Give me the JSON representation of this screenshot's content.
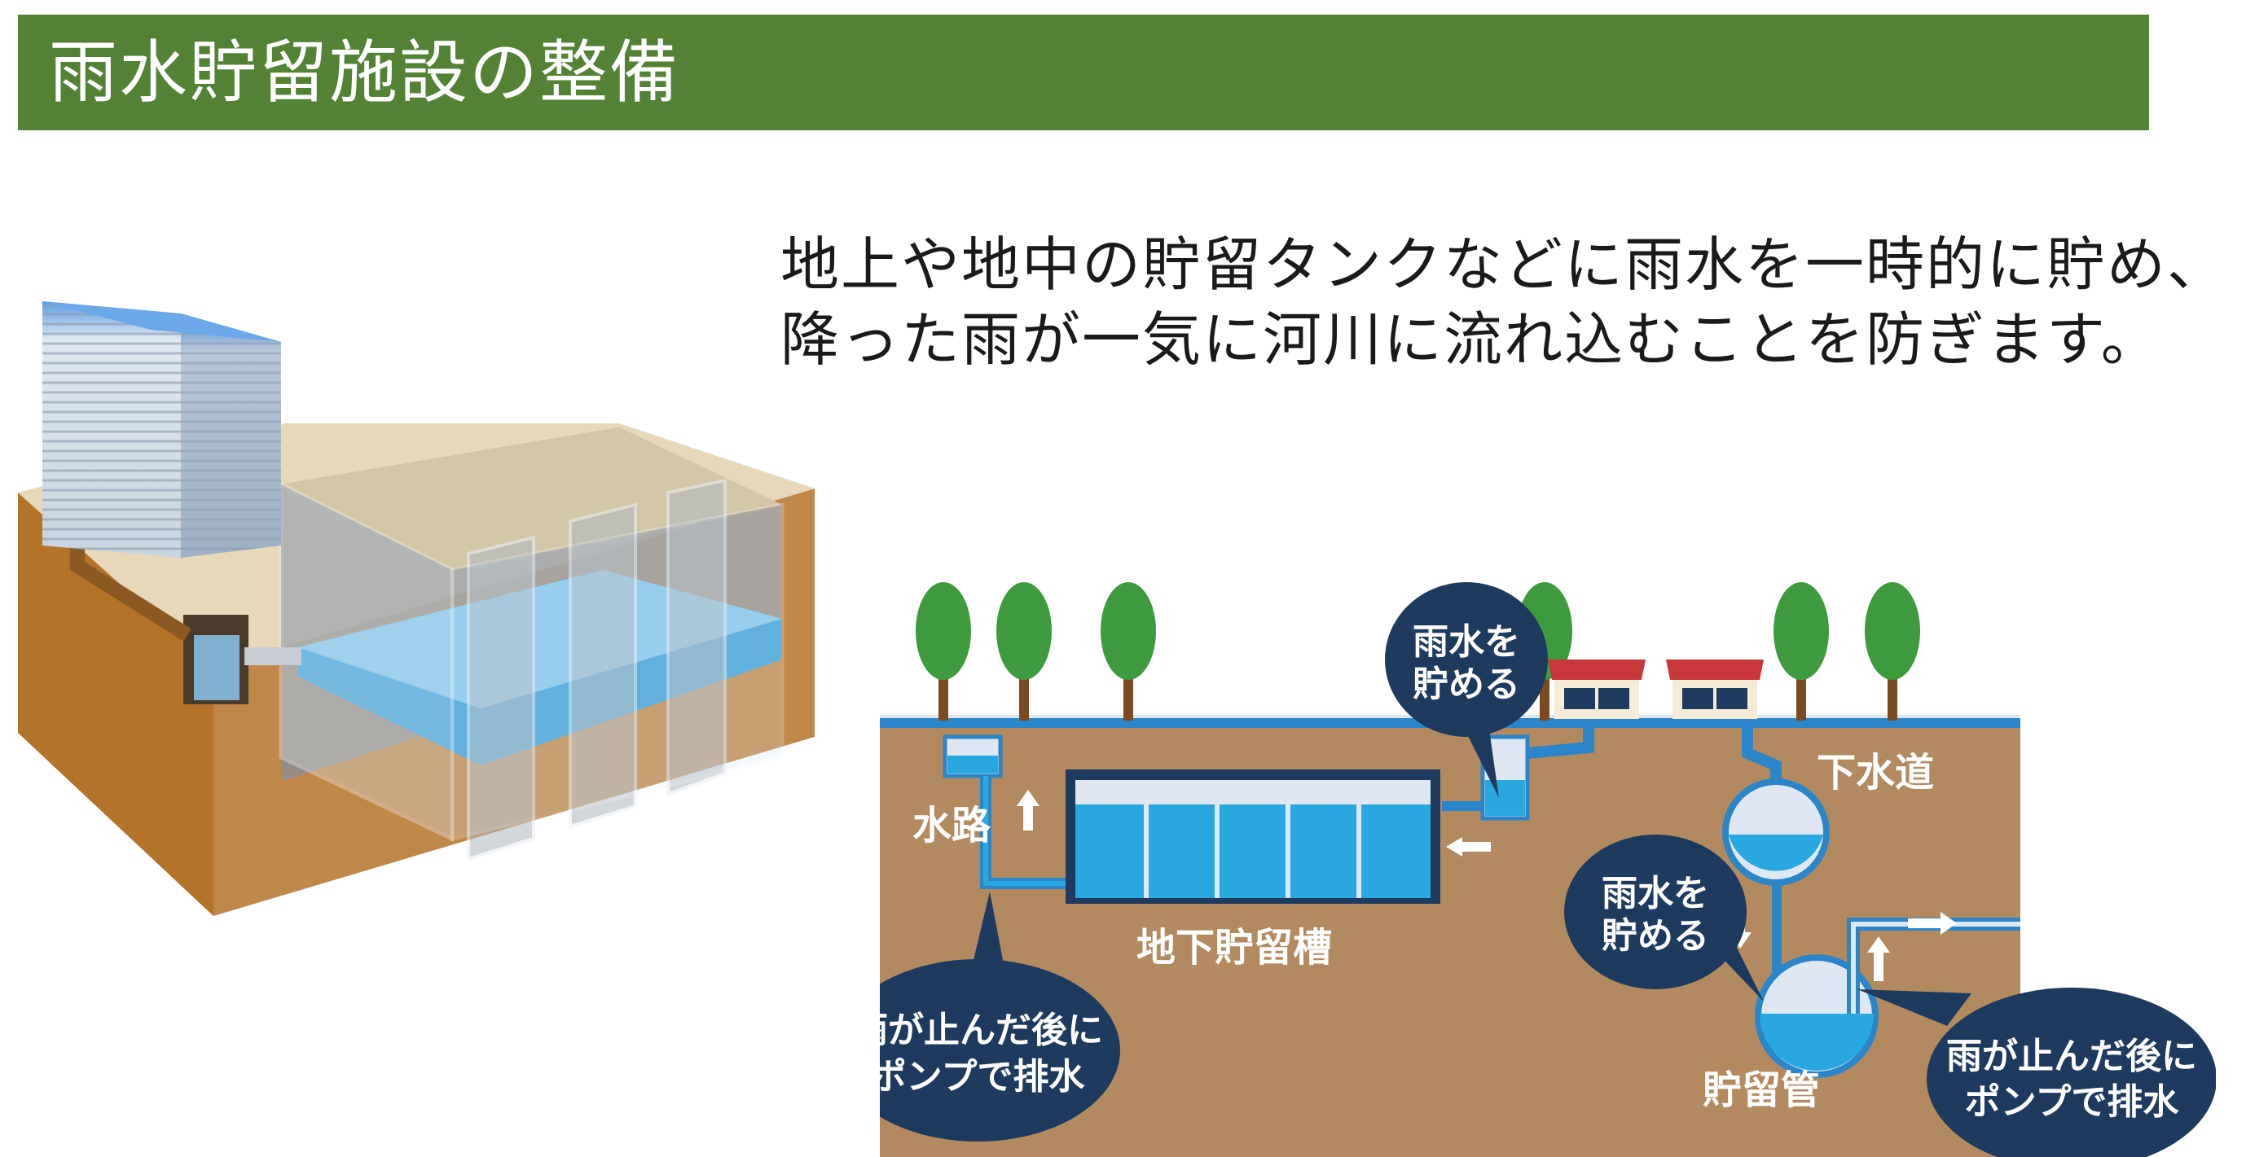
{
  "title": "雨水貯留施設の整備",
  "intro": {
    "line1": "地上や地中の貯留タンクなどに雨水を一時的に貯め、",
    "line2": "降った雨が一気に河川に流れ込むことを防ぎます。"
  },
  "diagram": {
    "bubble_store_top": [
      "雨水を",
      "貯める"
    ],
    "bubble_store_mid": [
      "雨水を",
      "貯める"
    ],
    "bubble_pump_left": [
      "雨が止んだ後に",
      "ポンプで排水"
    ],
    "bubble_pump_right": [
      "雨が止んだ後に",
      "ポンプで排水"
    ],
    "label_waterway": "水路",
    "label_underground_tank": "地下貯留槽",
    "label_sewer": "下水道",
    "label_storage_pipe": "貯留管"
  },
  "colors": {
    "title_bar": "#548235",
    "soil": "#b38a60",
    "water": "#29a8e0",
    "pipe": "#2a85c9",
    "bubble": "#1e3a5f",
    "tree": "#3d9b3d"
  }
}
